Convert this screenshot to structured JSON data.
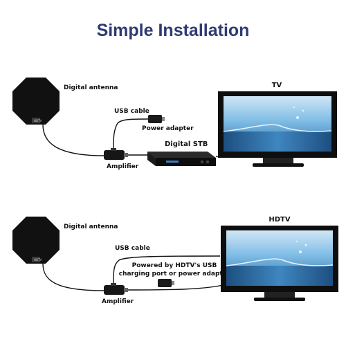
{
  "title": "Simple Installation",
  "colors": {
    "title": "#2f3a73",
    "antenna": "#111111",
    "cable": "#111111",
    "tv_frame": "#0e0e0e",
    "screen_sky": "#5aa6d8",
    "screen_water": "#2e6fa3"
  },
  "panel1": {
    "antenna_label": "Digital antenna",
    "usb_cable_label": "USB cable",
    "power_adapter_label": "Power adapter",
    "stb_label": "Digital STB",
    "amplifier_label": "Amplifier",
    "tv_label": "TV"
  },
  "panel2": {
    "antenna_label": "Digital antenna",
    "usb_cable_label": "USB cable",
    "powered_line1": "Powered by HDTV's USB",
    "powered_line2": "charging port or power adapter",
    "amplifier_label": "Amplifier",
    "tv_label": "HDTV"
  }
}
